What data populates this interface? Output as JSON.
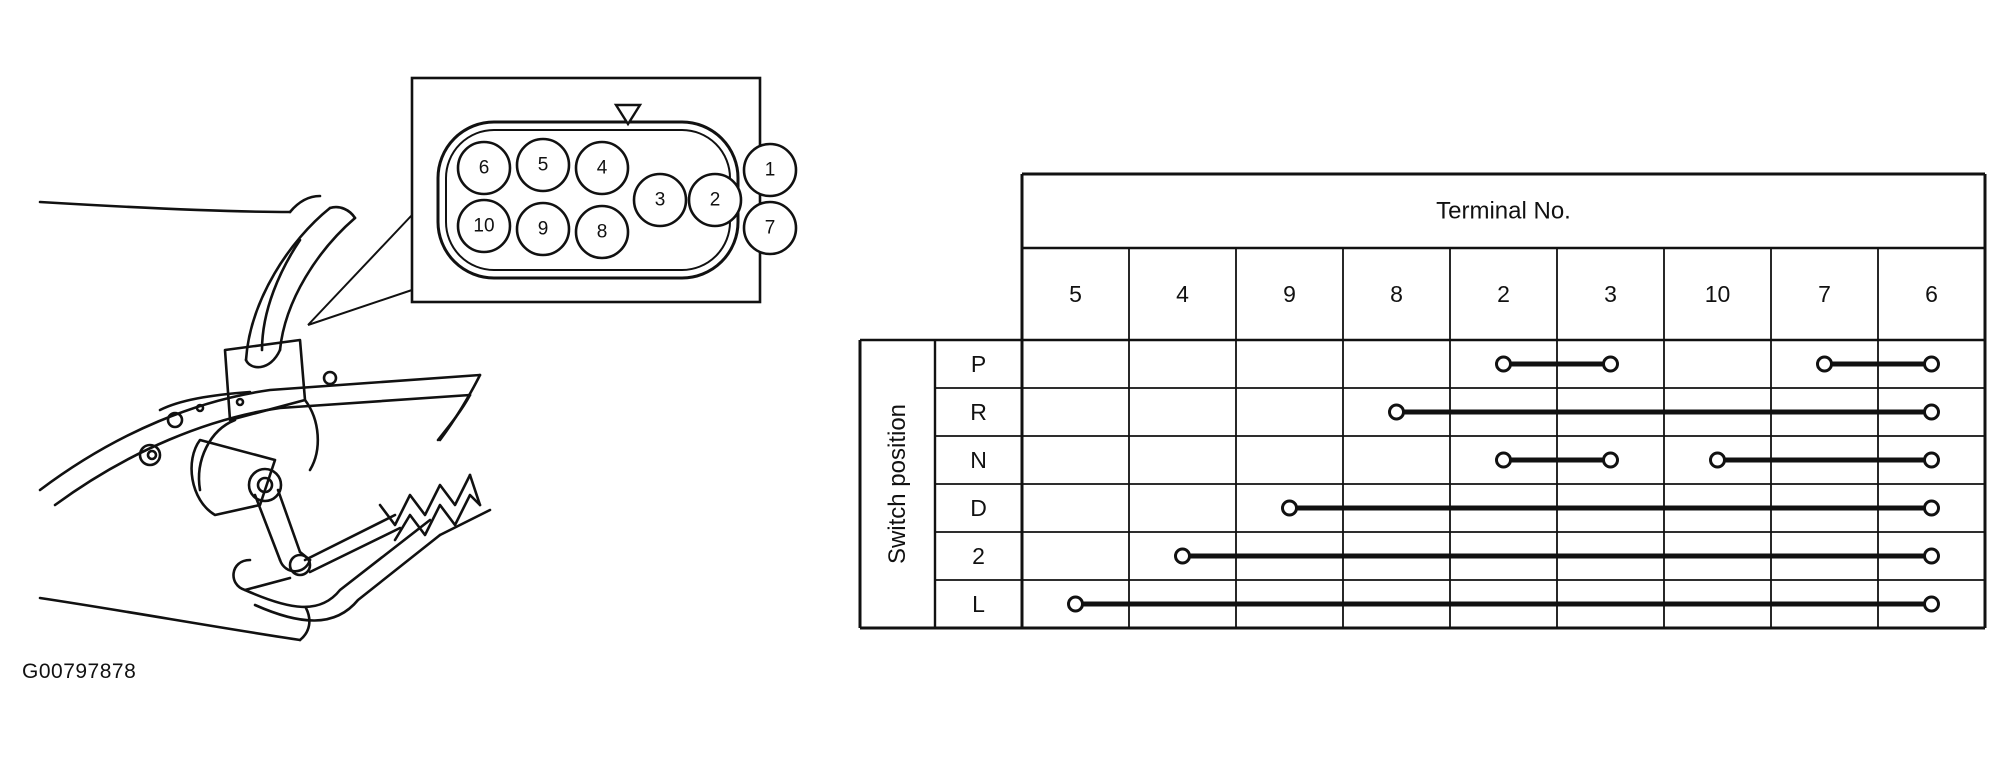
{
  "figure_id": "G00797878",
  "connector": {
    "pins_top": [
      "6",
      "5",
      "4"
    ],
    "pins_bottom": [
      "10",
      "9",
      "8"
    ],
    "pins_middle": [
      "3",
      "2"
    ],
    "pins_right": [
      "1",
      "7"
    ]
  },
  "table": {
    "header": "Terminal No.",
    "row_group_label": "Switch position",
    "terminals": [
      "5",
      "4",
      "9",
      "8",
      "2",
      "3",
      "10",
      "7",
      "6"
    ],
    "positions": [
      {
        "label": "P",
        "links": [
          [
            "2",
            "3"
          ],
          [
            "7",
            "6"
          ]
        ]
      },
      {
        "label": "R",
        "links": [
          [
            "8",
            "6"
          ]
        ]
      },
      {
        "label": "N",
        "links": [
          [
            "2",
            "3"
          ],
          [
            "10",
            "6"
          ]
        ]
      },
      {
        "label": "D",
        "links": [
          [
            "9",
            "6"
          ]
        ]
      },
      {
        "label": "2",
        "links": [
          [
            "4",
            "6"
          ]
        ]
      },
      {
        "label": "L",
        "links": [
          [
            "5",
            "6"
          ]
        ]
      }
    ]
  }
}
